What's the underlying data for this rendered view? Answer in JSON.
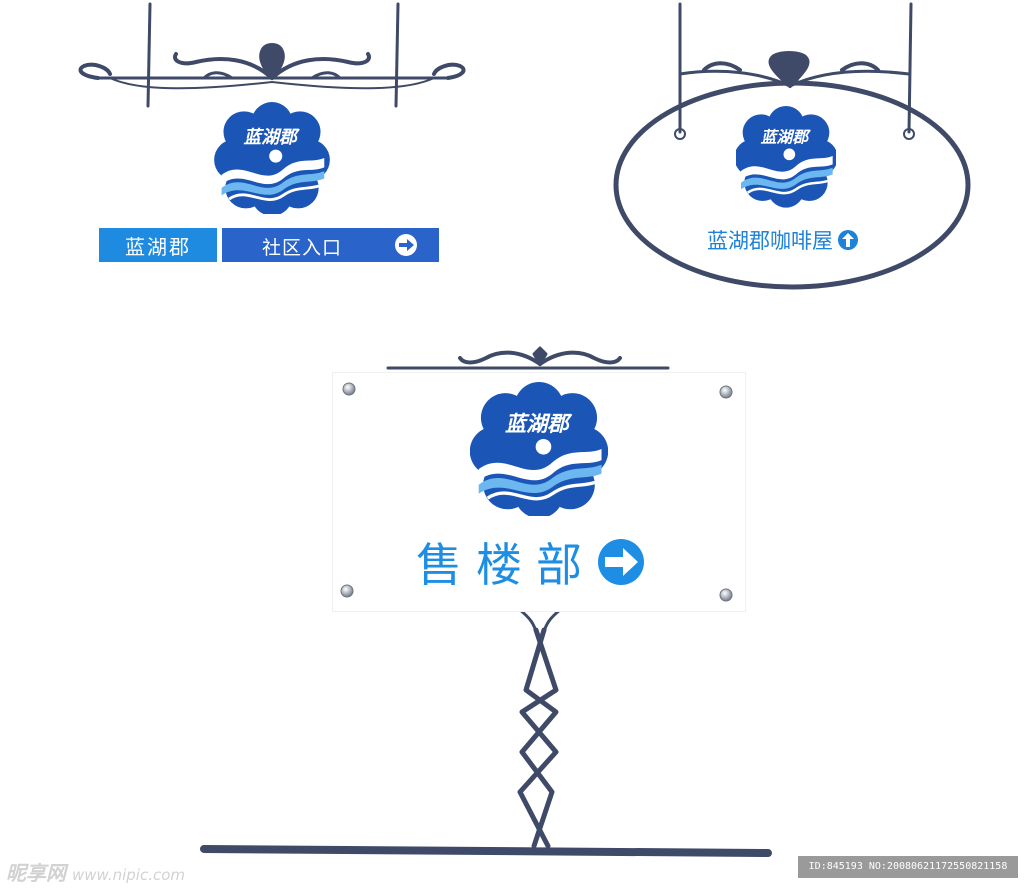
{
  "colors": {
    "frame": "#3e4a67",
    "logo_blue": "#1b56b6",
    "sign_bar_light": "#1e8be0",
    "sign_bar_dark": "#2a63c9",
    "text_blue": "#1d8ee3"
  },
  "sign_top_left": {
    "name_label": "蓝湖郡",
    "entrance_label": "社区入口",
    "arrow_icon": "arrow-right-circle-icon"
  },
  "sign_top_right": {
    "cafe_label": "蓝湖郡咖啡屋",
    "arrow_icon": "arrow-up-circle-icon"
  },
  "sign_center": {
    "sales_label": "售楼部",
    "arrow_icon": "arrow-right-circle-icon"
  },
  "logo": {
    "brand_text": "蓝湖郡"
  },
  "watermark": {
    "site_name": "昵享网",
    "site_url": "www.nipic.com",
    "image_info": "ID:845193 NO:20080621172550821158"
  }
}
